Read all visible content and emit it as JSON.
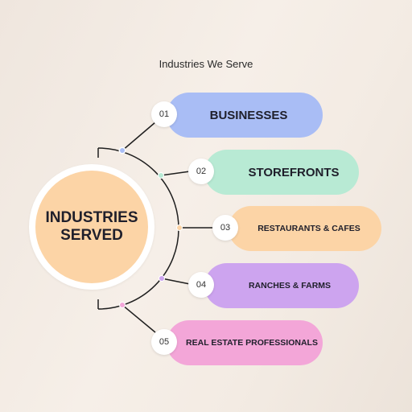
{
  "title": "Industries We Serve",
  "center": {
    "label": "INDUSTRIES\nSERVED",
    "color": "#fcd4a6"
  },
  "items": [
    {
      "number": "01",
      "label": "BUSINESSES",
      "color": "#a9bdf5",
      "dot_color": "#a9bdf5"
    },
    {
      "number": "02",
      "label": "STOREFRONTS",
      "color": "#b8ead4",
      "dot_color": "#b8ead4"
    },
    {
      "number": "03",
      "label": "RESTAURANTS & CAFES",
      "color": "#fcd4a6",
      "dot_color": "#fcd4a6"
    },
    {
      "number": "04",
      "label": "RANCHES & FARMS",
      "color": "#cda4ef",
      "dot_color": "#cda4ef"
    },
    {
      "number": "05",
      "label": "REAL ESTATE PROFESSIONALS",
      "color": "#f3a6d8",
      "dot_color": "#f3a6d8"
    }
  ]
}
